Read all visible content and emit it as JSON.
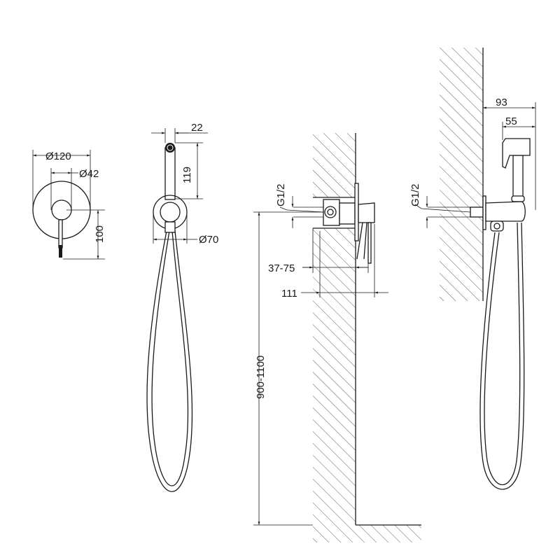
{
  "drawing": {
    "front_view": {
      "plate_diameter": "Ø120",
      "knob_diameter": "Ø42",
      "lever_height": "100"
    },
    "hand_shower_view": {
      "head_width": "22",
      "handle_length": "119",
      "holder_diameter": "Ø70"
    },
    "valve_side_view": {
      "thread": "G1/2",
      "depth_range": "37-75",
      "total_depth": "111",
      "mounting_height": "900-1100"
    },
    "holder_side_view": {
      "thread": "G1/2",
      "outer_projection": "93",
      "head_projection": "55"
    }
  },
  "colors": {
    "line": "#1a1a1a",
    "background": "#ffffff"
  }
}
